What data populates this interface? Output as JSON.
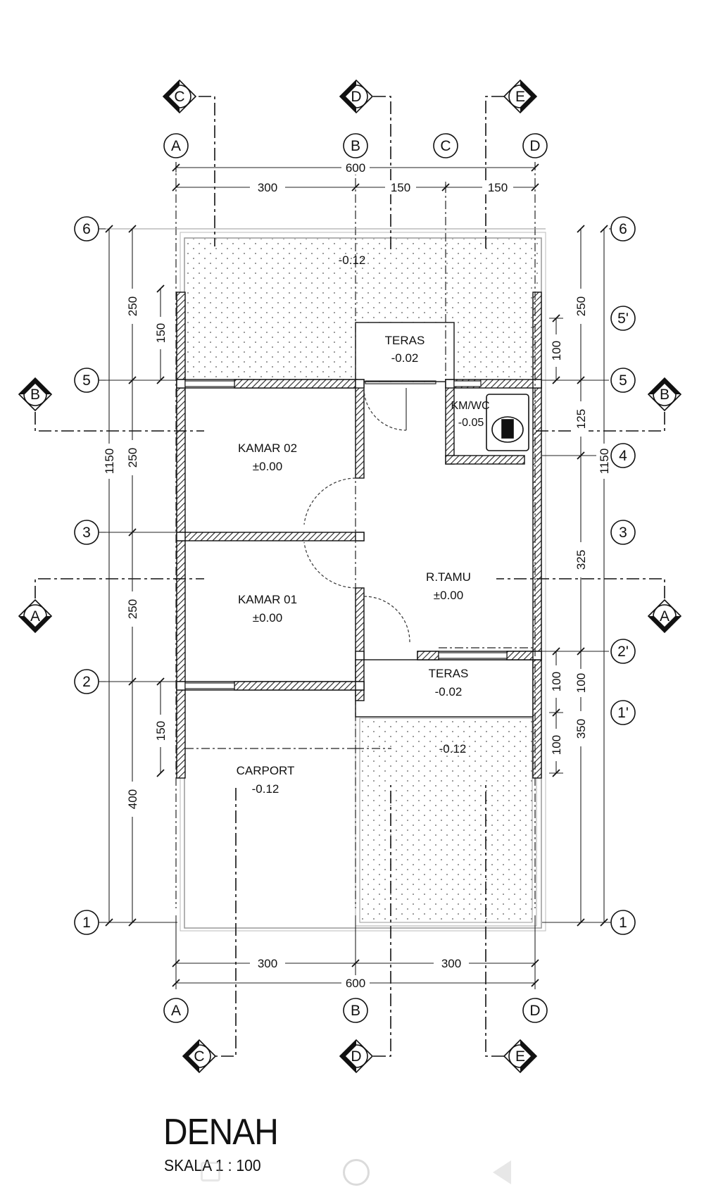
{
  "title": "DENAH",
  "scale": "SKALA 1 : 100",
  "rooms": [
    {
      "id": "teras-top",
      "name": "TERAS",
      "level": "-0.02"
    },
    {
      "id": "km-wc",
      "name": "KM/WC",
      "level": "-0.05"
    },
    {
      "id": "kamar-02",
      "name": "KAMAR 02",
      "level": "±0.00"
    },
    {
      "id": "kamar-01",
      "name": "KAMAR 01",
      "level": "±0.00"
    },
    {
      "id": "r-tamu",
      "name": "R.TAMU",
      "level": "±0.00"
    },
    {
      "id": "teras-bottom",
      "name": "TERAS",
      "level": "-0.02"
    },
    {
      "id": "carport",
      "name": "CARPORT",
      "level": "-0.12"
    }
  ],
  "garden_levels": {
    "top": "-0.12",
    "bottom": "-0.12"
  },
  "grid": {
    "columns": [
      "A",
      "B",
      "C",
      "D"
    ],
    "rows": [
      "6",
      "5'",
      "5",
      "4",
      "3",
      "2'",
      "2",
      "1'",
      "1"
    ]
  },
  "sections": {
    "vertical": [
      "C",
      "D",
      "E"
    ],
    "horizontal": [
      "B",
      "A"
    ]
  },
  "dimensions": {
    "top_total": "600",
    "top_a_b": "300",
    "top_b_c": "150",
    "top_c_d": "150",
    "bottom_total": "600",
    "bottom_a_b": "300",
    "bottom_b_d": "300",
    "left_total": "1150",
    "left_6_5": "250",
    "left_5_3": "250",
    "left_3_2": "250",
    "left_2_1": "400",
    "left_sub_top": "150",
    "left_sub_bottom": "150",
    "right_total": "1150",
    "right_6_5": "250",
    "right_5_4": "125",
    "right_4_2": "325",
    "right_2_1": "350",
    "right_sub_5p_5": "100",
    "right_sub_2p_2": "100",
    "right_sub_2_1p": "100",
    "right_sub_1p": "100"
  }
}
